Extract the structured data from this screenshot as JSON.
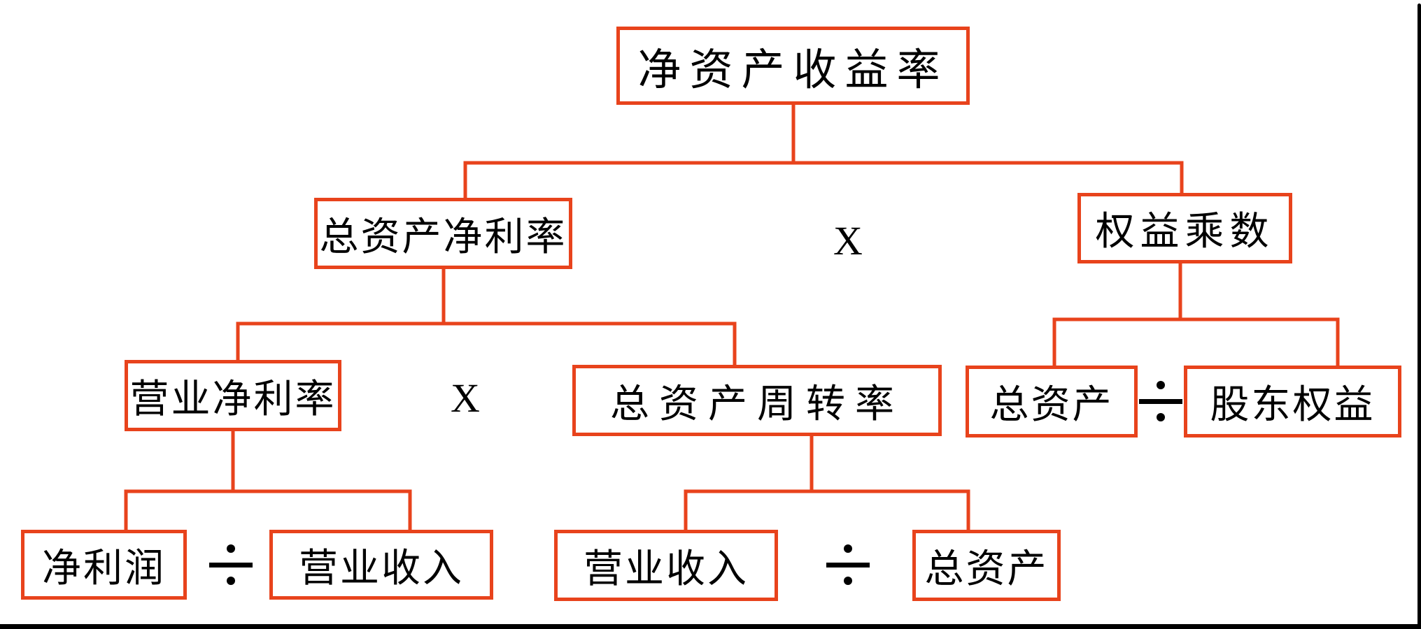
{
  "colors": {
    "box_border": "#e8431c",
    "connector": "#e8431c",
    "text": "#000000",
    "frame": "#000000"
  },
  "nodes": {
    "roe": {
      "label": "净资产收益率"
    },
    "total_asset_net_margin": {
      "label": "总资产净利率"
    },
    "equity_multiplier": {
      "label": "权益乘数"
    },
    "operating_net_margin": {
      "label": "营业净利率"
    },
    "total_asset_turnover": {
      "label": "总资产周转率"
    },
    "total_assets_right": {
      "label": "总资产"
    },
    "shareholders_equity": {
      "label": "股东权益"
    },
    "net_profit": {
      "label": "净利润"
    },
    "operating_revenue_left": {
      "label": "营业收入"
    },
    "operating_revenue_mid": {
      "label": "营业收入"
    },
    "total_assets_bottom": {
      "label": "总资产"
    }
  },
  "operators": {
    "multiply_level2": "X",
    "multiply_level3": "X",
    "divide_symbol": "÷"
  }
}
